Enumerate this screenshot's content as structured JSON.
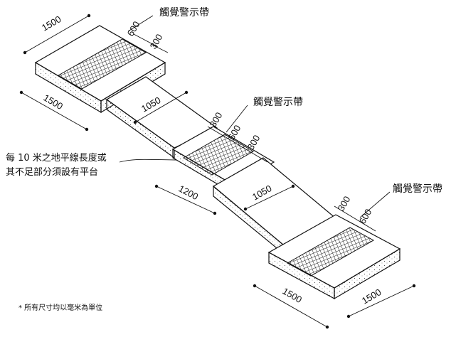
{
  "labels": {
    "tactile_strip_1": "觸覺警示帶",
    "tactile_strip_2": "觸覺警示帶",
    "tactile_strip_3": "觸覺警示帶",
    "platform_note_line1": "每 10 米之地平線長度或",
    "platform_note_line2": "其不足部分須設有平台",
    "footnote": "* 所有尺寸均以毫米為單位"
  },
  "dimensions": {
    "top_landing_width": "1500",
    "top_landing_depth": "1500",
    "top_strip_600": "600",
    "top_strip_300": "300",
    "ramp1_width": "1050",
    "mid_300_left": "300",
    "mid_600": "600",
    "mid_300_right": "300",
    "mid_landing_length": "1200",
    "ramp2_width": "1050",
    "bottom_300": "300",
    "bottom_600": "600",
    "bottom_landing_width": "1500",
    "bottom_landing_depth": "1500"
  }
}
